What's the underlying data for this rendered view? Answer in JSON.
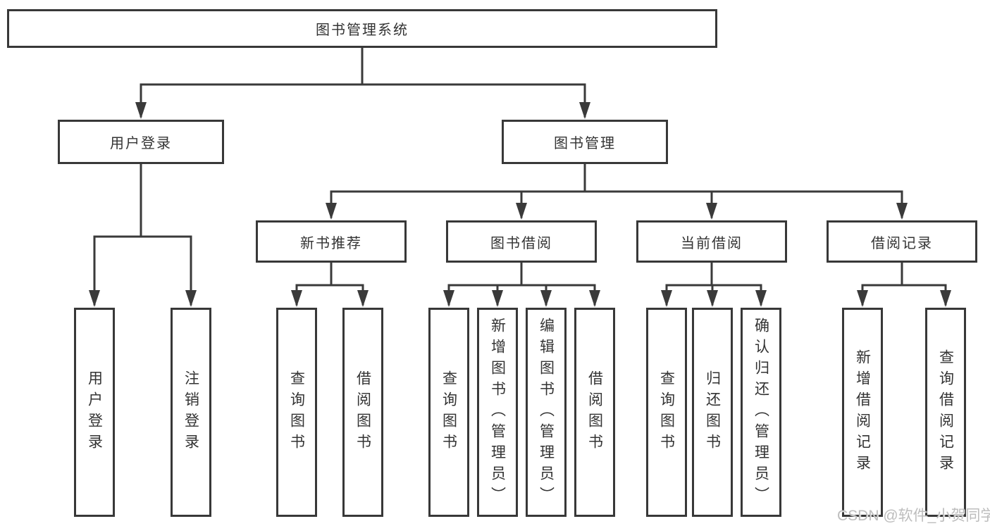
{
  "tree": {
    "root": {
      "label": "图书管理系统"
    },
    "branches": [
      {
        "label": "用户登录",
        "children": [
          {
            "label": "用户登录"
          },
          {
            "label": "注销登录"
          }
        ]
      },
      {
        "label": "图书管理",
        "children": [
          {
            "label": "新书推荐",
            "children": [
              {
                "label": "查询图书"
              },
              {
                "label": "借阅图书"
              }
            ]
          },
          {
            "label": "图书借阅",
            "children": [
              {
                "label": "查询图书"
              },
              {
                "label": "新增图书（管理员）"
              },
              {
                "label": "编辑图书（管理员）"
              },
              {
                "label": "借阅图书"
              }
            ]
          },
          {
            "label": "当前借阅",
            "children": [
              {
                "label": "查询图书"
              },
              {
                "label": "归还图书"
              },
              {
                "label": "确认归还（管理员）"
              }
            ]
          },
          {
            "label": "借阅记录",
            "children": [
              {
                "label": "新增借阅记录"
              },
              {
                "label": "查询借阅记录"
              }
            ]
          }
        ]
      }
    ]
  },
  "watermark": "CSDN @软件_小贺同学",
  "colors": {
    "line": "#3a3a3a",
    "box_border": "#383838",
    "text": "#333333",
    "watermark": "#bdbdbd",
    "background": "#ffffff"
  }
}
